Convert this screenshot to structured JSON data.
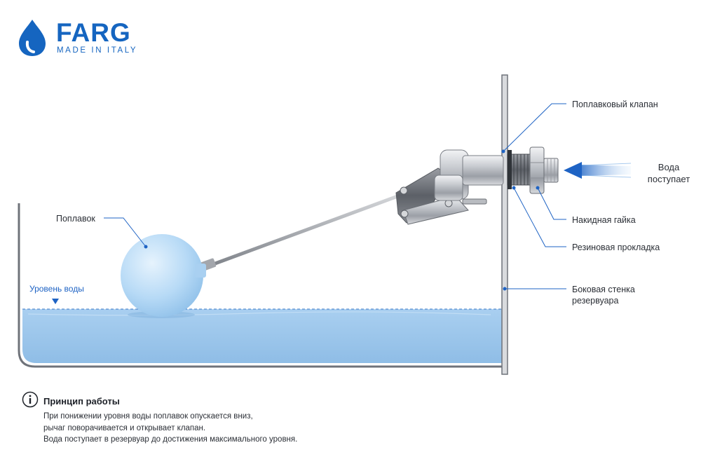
{
  "brand": {
    "name": "FARG",
    "tagline": "MADE IN ITALY",
    "color": "#1565c0"
  },
  "labels": {
    "float_valve": "Поплавковый клапан",
    "water_inflow": "Вода поступает",
    "union_nut": "Накидная гайка",
    "rubber_gasket": "Резиновая прокладка",
    "tank_wall": "Боковая стенка резервуара",
    "float": "Поплавок",
    "water_level": "Уровень воды"
  },
  "info": {
    "title": "Принцип работы",
    "lines": [
      "При понижении уровня воды поплавок опускается вниз,",
      "рычаг поворачивается и открывает клапан.",
      "Вода поступает в резервуар до достижения максимального уровня."
    ]
  },
  "colors": {
    "accent": "#1e63c4",
    "water": "#9fc6ea",
    "float": "#b9dbf7",
    "tank": "#6f737a"
  },
  "icons": {
    "logo": "water-drop-icon",
    "info": "info-circle-icon",
    "inflow": "water-jet-arrow-icon",
    "level_marker": "triangle-down-icon"
  }
}
